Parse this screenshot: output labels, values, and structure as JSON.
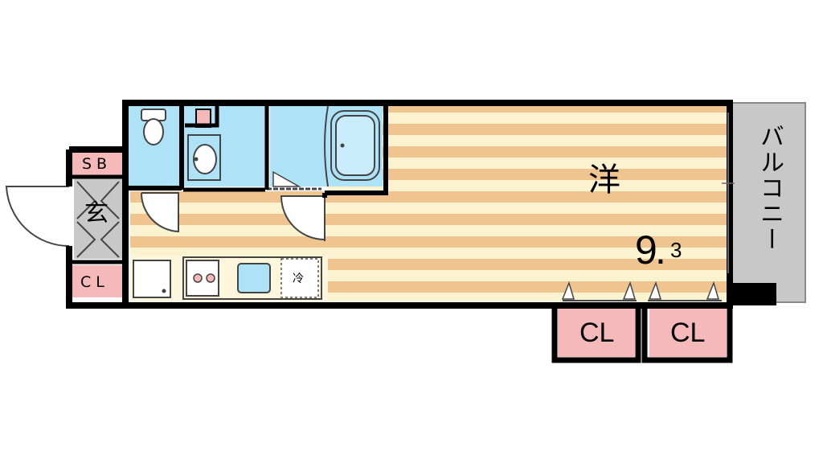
{
  "rooms": {
    "western": {
      "label": "洋",
      "area_main": "9",
      "area_sub": "3"
    },
    "entrance": {
      "label": "玄"
    },
    "shoe_box": {
      "label": "SB"
    },
    "entry_closet": {
      "label": "CL"
    },
    "closet_left": {
      "label": "CL"
    },
    "closet_right": {
      "label": "CL"
    },
    "balcony": {
      "label": "バルコニー"
    },
    "fridge": {
      "label": "冷"
    }
  },
  "colors": {
    "wall": "#000000",
    "floor_stripe_light": "#fbf3cf",
    "floor_stripe_dark": "#f0c48e",
    "wet_area": "#aee2f7",
    "closet": "#f5b9b9",
    "balcony": "#c8c8c8",
    "entrance": "#c8c8c8"
  }
}
